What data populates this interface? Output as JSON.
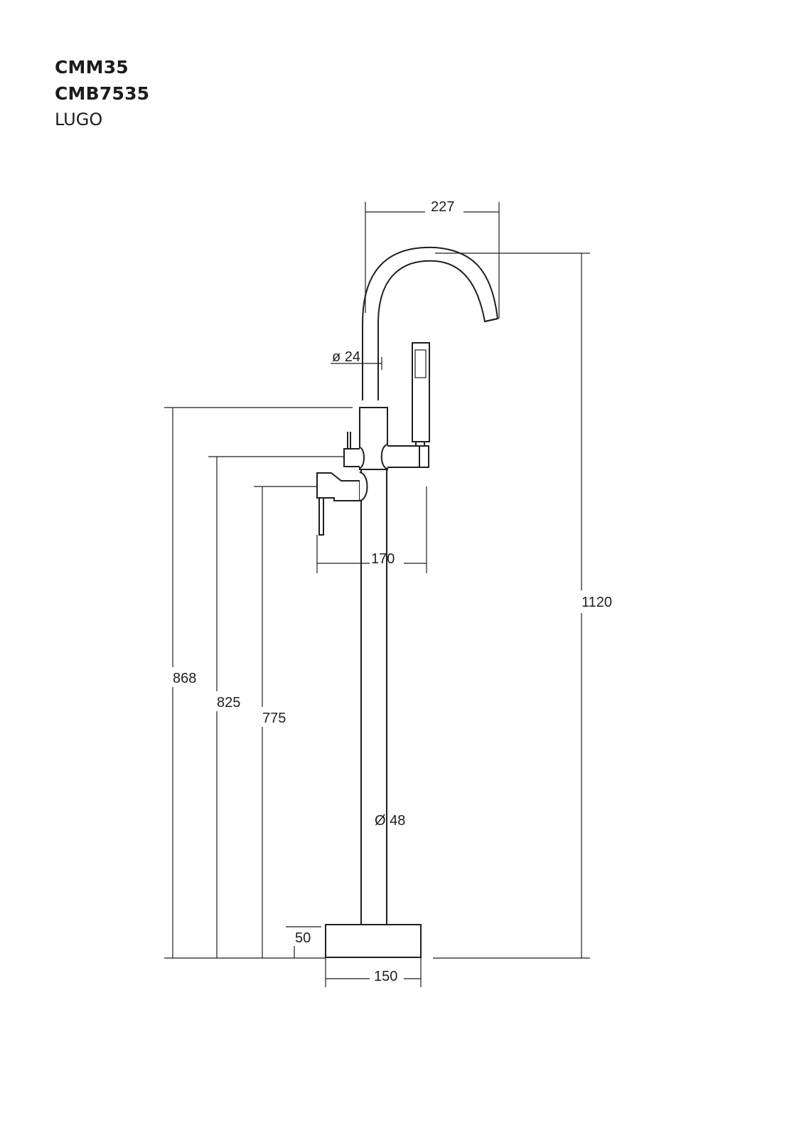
{
  "header": {
    "code_1": "CMM35",
    "code_2": "CMB7535",
    "model_name": "LUGO"
  },
  "dimensions": {
    "spout_reach": "227",
    "spout_diameter": "ø 24",
    "handle_offset": "170",
    "total_height": "1120",
    "height_868": "868",
    "height_825": "825",
    "height_775": "775",
    "column_diameter": "Ø 48",
    "base_height": "50",
    "base_width": "150"
  },
  "colors": {
    "line": "#1f1f1f",
    "background": "#ffffff"
  }
}
